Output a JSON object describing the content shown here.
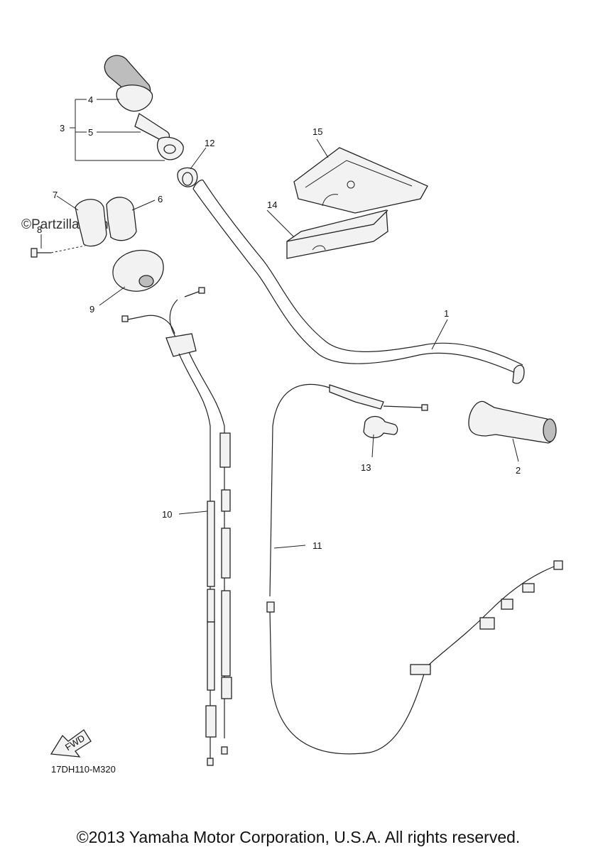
{
  "watermark": "©Partzilla.com",
  "diagram_code": "17DH110-M320",
  "fwd_label": "FWD",
  "copyright": "©2013 Yamaha Motor Corporation, U.S.A. All rights reserved.",
  "callouts": {
    "c1": "1",
    "c2": "2",
    "c3": "3",
    "c4": "4",
    "c5": "5",
    "c6": "6",
    "c7": "7",
    "c8": "8",
    "c9": "9",
    "c10": "10",
    "c11": "11",
    "c12": "12",
    "c13": "13",
    "c14": "14",
    "c15": "15"
  }
}
